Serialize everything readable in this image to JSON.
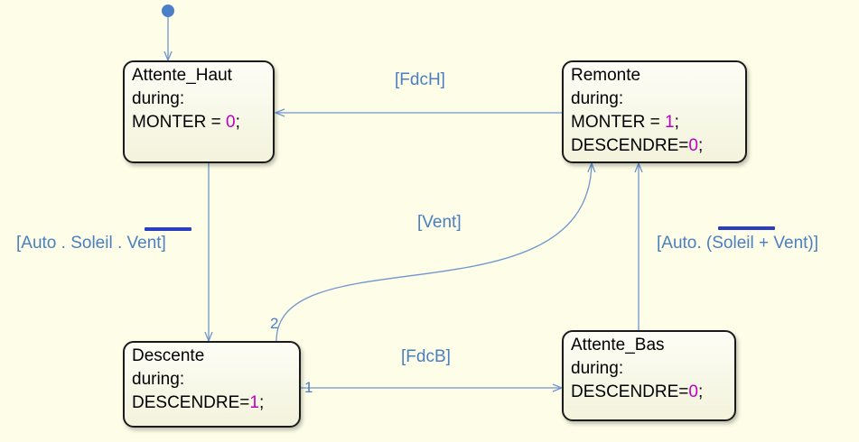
{
  "states": {
    "attente_haut": {
      "name": "Attente_Haut",
      "during": "during:",
      "assign": "MONTER = ",
      "value": "0",
      "end": ";"
    },
    "remonte": {
      "name": "Remonte",
      "during": "during:",
      "assign1": "MONTER = ",
      "value1": "1",
      "end1": ";",
      "assign2": "DESCENDRE=",
      "value2": "0",
      "end2": ";"
    },
    "descente": {
      "name": "Descente",
      "during": "during:",
      "assign": "DESCENDRE=",
      "value": "1",
      "end": ";"
    },
    "attente_bas": {
      "name": "Attente_Bas",
      "during": "during:",
      "assign": "DESCENDRE=",
      "value": "0",
      "end": ";"
    }
  },
  "transitions": {
    "fdch": "[FdcH]",
    "auto_soleil_vent": "[Auto . Soleil . Vent]",
    "vent": "[Vent]",
    "fdcb": "[FdcB]",
    "auto_soleil_plus_vent": "[Auto. (Soleil + Vent)]",
    "priority_1": "1",
    "priority_2": "2"
  },
  "colors": {
    "background": "#fdfde8",
    "transition": "#6f96cc",
    "label": "#4a7fc0",
    "default_dot": "#4a7fc9",
    "value": "#c000c0",
    "overbar": "#2b3ec0"
  }
}
